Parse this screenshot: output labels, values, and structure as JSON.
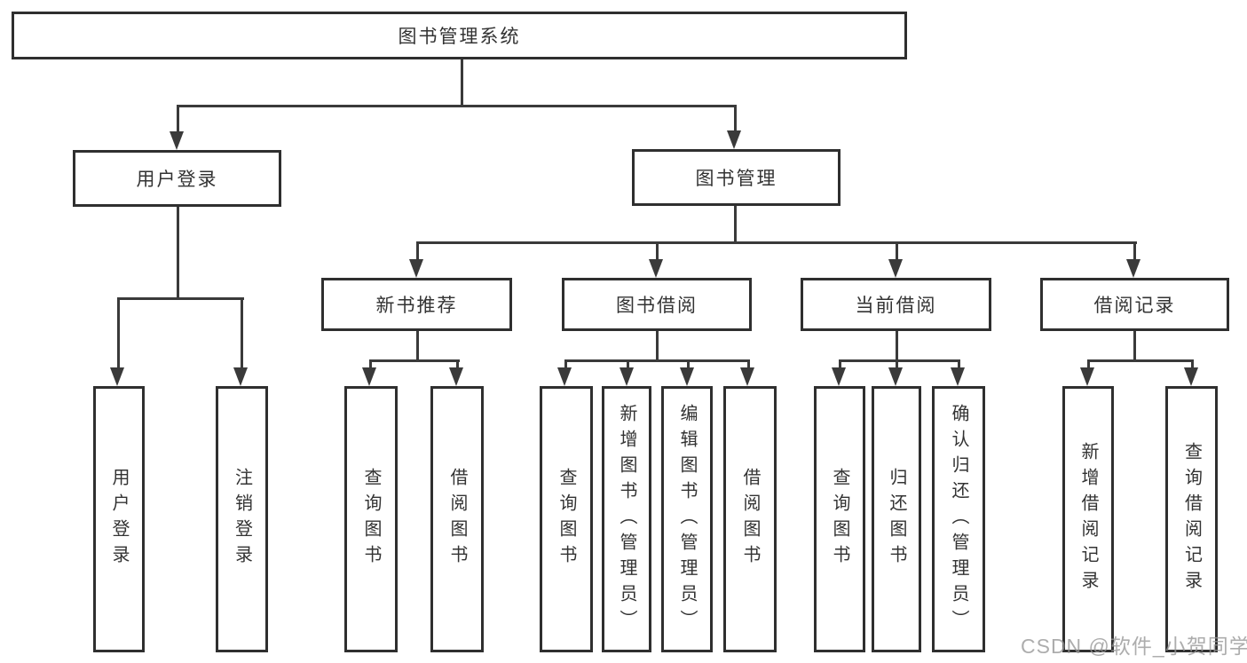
{
  "diagram": {
    "root_label": "图书管理系统",
    "level2": {
      "login": "用户登录",
      "mgmt": "图书管理"
    },
    "level3": {
      "recommend": "新书推荐",
      "borrow": "图书借阅",
      "current": "当前借阅",
      "records": "借阅记录"
    },
    "leaves": {
      "login": [
        "用户登录",
        "注销登录"
      ],
      "recommend": [
        "查询图书",
        "借阅图书"
      ],
      "borrow": [
        "查询图书",
        "新增图书（管理员）",
        "编辑图书（管理员）",
        "借阅图书"
      ],
      "current": [
        "查询图书",
        "归还图书",
        "确认归还（管理员）"
      ],
      "records": [
        "新增借阅记录",
        "查询借阅记录"
      ]
    }
  },
  "watermark": "CSDN @软件_小贺同学",
  "colors": {
    "line": "#3a3a3a",
    "border": "#2f2f2f",
    "text": "#333333",
    "watermark": "#969696",
    "background": "#ffffff"
  }
}
